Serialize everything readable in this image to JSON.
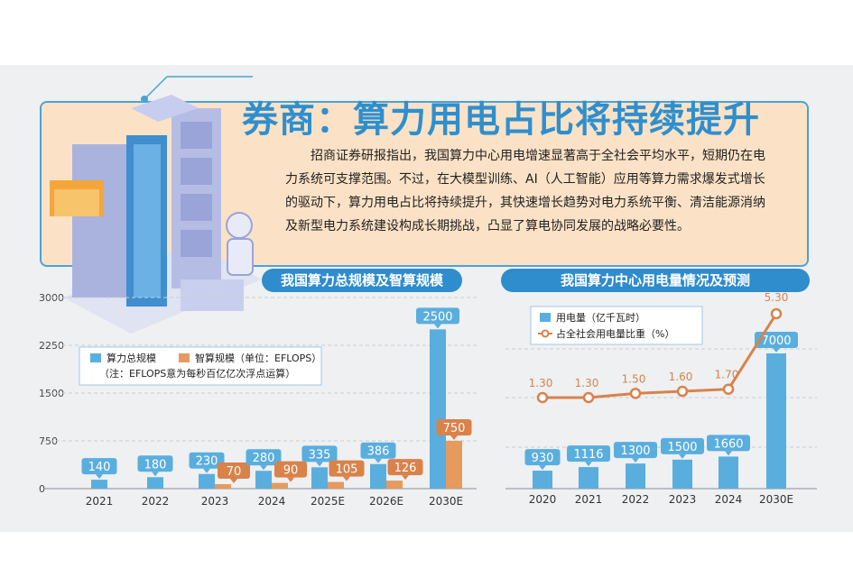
{
  "title": "券商：算力用电占比将持续提升",
  "intro": "招商证券研报指出，我国算力中心用电增速显著高于全社会平均水平，短期仍在电力系统可支撑范围。不过，在大模型训练、AI（人工智能）应用等算力需求爆发式增长的驱动下，算力用电占比将持续提升，其快速增长趋势对电力系统平衡、清洁能源消纳及新型电力系统建设构成长期挑战，凸显了算电协同发展的战略必要性。",
  "colors": {
    "blue_bar": "#5aaede",
    "orange_bar": "#e59a5e",
    "orange_line": "#d9824a",
    "header": "#2f8ccd",
    "title": "#2f8fce"
  },
  "chart_data": [
    {
      "type": "bar",
      "title": "我国算力总规模及智算规模",
      "categories": [
        "2021",
        "2022",
        "2023",
        "2024",
        "2025E",
        "2026E",
        "2030E"
      ],
      "series": [
        {
          "name": "算力总规模",
          "values": [
            140,
            180,
            230,
            280,
            335,
            386,
            2500
          ]
        },
        {
          "name": "智算规模（单位：EFLOPS）",
          "values": [
            null,
            null,
            70,
            90,
            105,
            126,
            750
          ]
        }
      ],
      "note": "（注：EFLOPS意为每秒百亿亿次浮点运算）",
      "yticks": [
        0,
        750,
        1500,
        2250,
        3000
      ],
      "ylim": [
        0,
        3000
      ],
      "legend": "center-left"
    },
    {
      "type": "bar+line",
      "title": "我国算力中心用电量情况及预测",
      "categories": [
        "2020",
        "2021",
        "2022",
        "2023",
        "2024",
        "2030E"
      ],
      "series": [
        {
          "name": "用电量（亿千瓦时）",
          "type": "bar",
          "values": [
            930,
            1116,
            1300,
            1500,
            1660,
            7000
          ]
        },
        {
          "name": "占全社会用电量比重（%）",
          "type": "line",
          "values": [
            1.3,
            1.3,
            1.5,
            1.6,
            1.7,
            5.3
          ]
        }
      ],
      "legend": "top-left"
    }
  ]
}
